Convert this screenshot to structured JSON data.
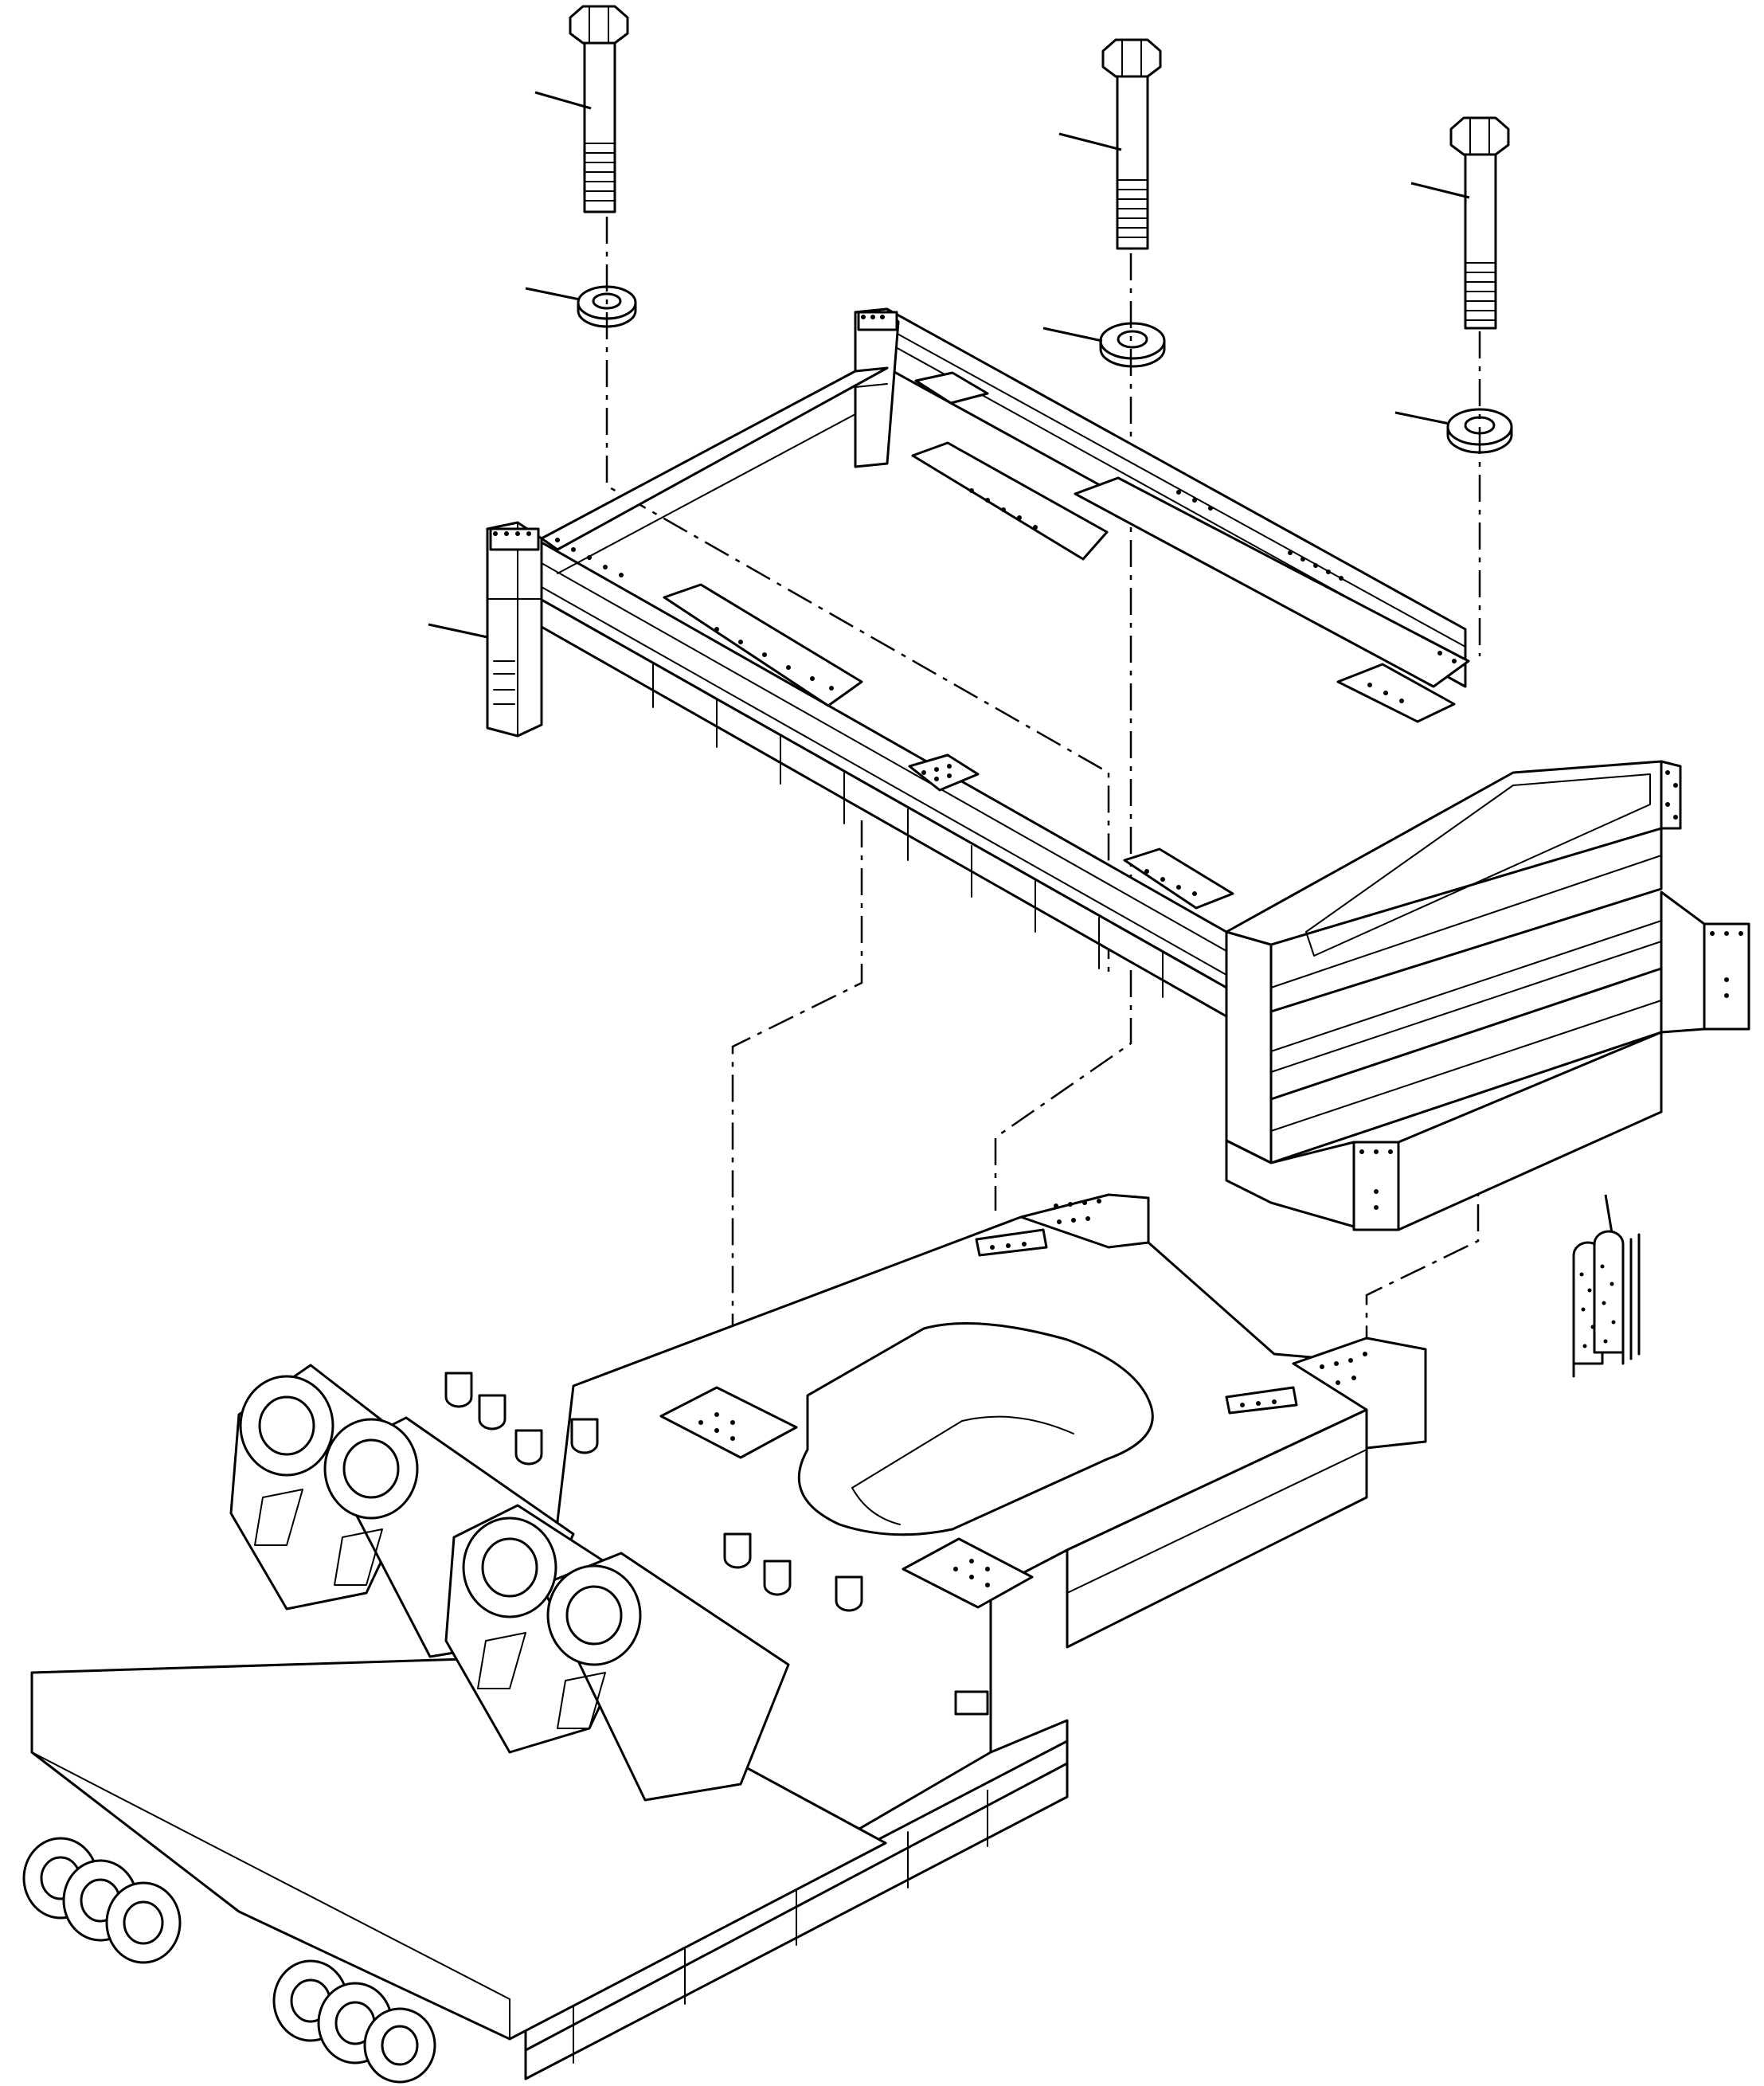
{
  "figure": {
    "background": "#ffffff",
    "line_color": "#000000"
  },
  "parts": [
    {
      "id": "bolt-left",
      "icon": "hex-bolt-icon"
    },
    {
      "id": "bolt-middle",
      "icon": "hex-bolt-icon"
    },
    {
      "id": "bolt-right",
      "icon": "hex-bolt-icon"
    },
    {
      "id": "washer-left",
      "icon": "washer-icon"
    },
    {
      "id": "washer-middle",
      "icon": "washer-icon"
    },
    {
      "id": "washer-right",
      "icon": "washer-icon"
    },
    {
      "id": "upper-frame",
      "icon": "frame-icon"
    },
    {
      "id": "lower-mainframe",
      "icon": "frame-icon"
    },
    {
      "id": "edge-trim-seal",
      "icon": "trim-seal-icon"
    }
  ]
}
